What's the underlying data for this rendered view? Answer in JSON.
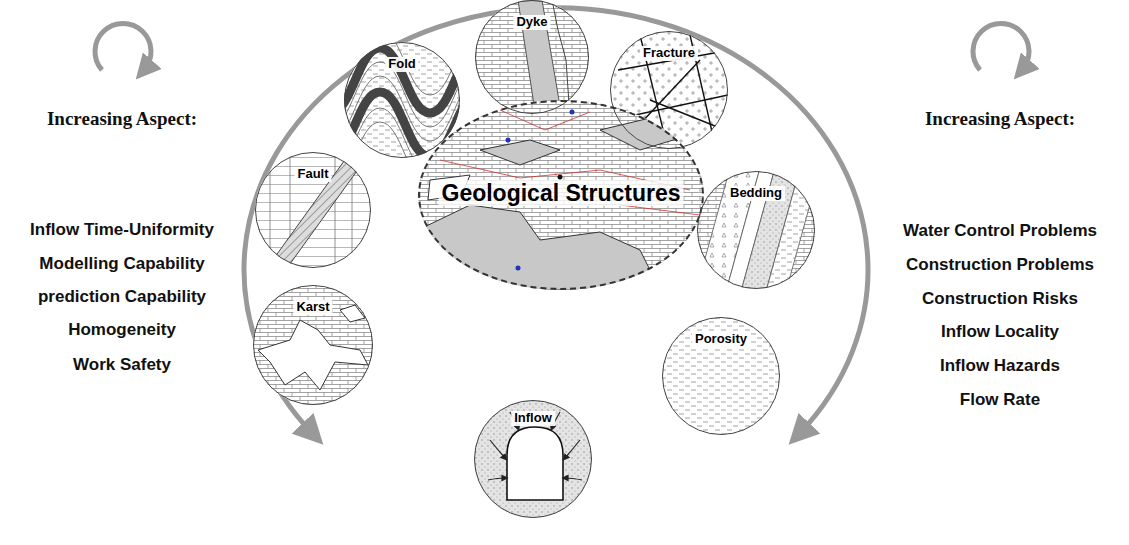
{
  "diagram": {
    "nodes": [
      {
        "text": [
          "Dyke"
        ]
      },
      {
        "text": [
          "Fold"
        ]
      },
      {
        "text": [
          "Fracture"
        ]
      },
      {
        "text": [
          "Fault"
        ]
      },
      {
        "text": [
          "Geological Structures"
        ]
      },
      {
        "text": [
          "Bedding"
        ]
      },
      {
        "text": [
          "Karst"
        ]
      },
      {
        "text": [
          "Porosity"
        ]
      },
      {
        "text": [
          "Inflow"
        ]
      }
    ],
    "labels": [
      "Increasing Aspect:",
      "Inflow Time-Uniformity",
      "Modelling Capability",
      "prediction Capability",
      "Homogeneity",
      "Work Safety",
      "Increasing Aspect:",
      "Water Control Problems",
      "Construction Problems",
      "Construction Risks",
      "Inflow Locality",
      "Inflow Hazards",
      "Flow Rate"
    ]
  }
}
